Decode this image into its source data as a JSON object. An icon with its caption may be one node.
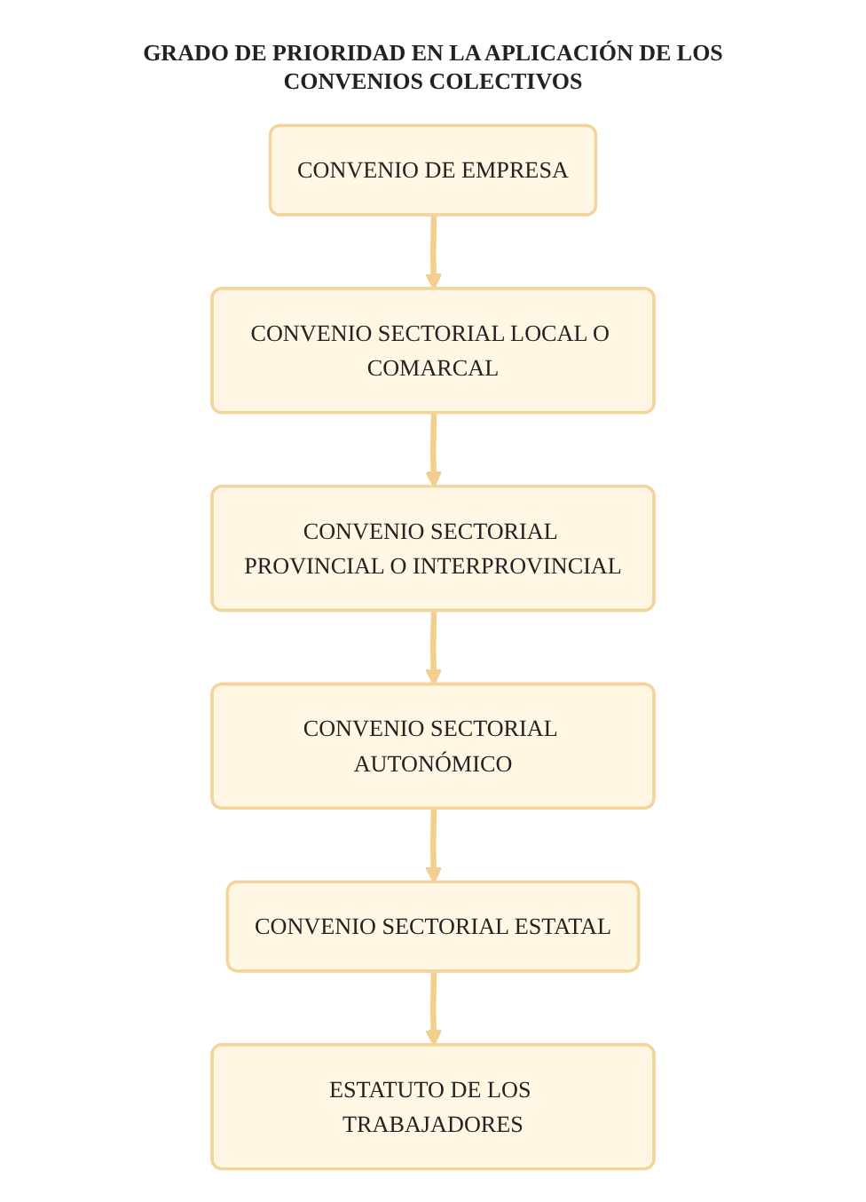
{
  "diagram": {
    "title": "GRADO DE PRIORIDAD EN LA APLICACIÓN DE LOS CONVENIOS COLECTIVOS",
    "nodes": [
      {
        "text": [
          "CONVENIO DE EMPRESA"
        ]
      },
      {
        "text": [
          "CONVENIO SECTORIAL LOCAL O COMARCAL"
        ]
      },
      {
        "text": [
          "CONVENIO SECTORIAL PROVINCIAL O INTERPROVINCIAL"
        ]
      },
      {
        "text": [
          "CONVENIO SECTORIAL AUTONÓMICO"
        ]
      },
      {
        "text": [
          "CONVENIO SECTORIAL ESTATAL"
        ]
      },
      {
        "text": [
          "ESTATUTO DE LOS TRABAJADORES"
        ]
      }
    ],
    "edges": [
      {
        "from": 0,
        "to": 1,
        "arrow": "to"
      },
      {
        "from": 1,
        "to": 2,
        "arrow": "to"
      },
      {
        "from": 2,
        "to": 3,
        "arrow": "to"
      },
      {
        "from": 3,
        "to": 4,
        "arrow": "to"
      },
      {
        "from": 4,
        "to": 5,
        "arrow": "to"
      }
    ]
  }
}
